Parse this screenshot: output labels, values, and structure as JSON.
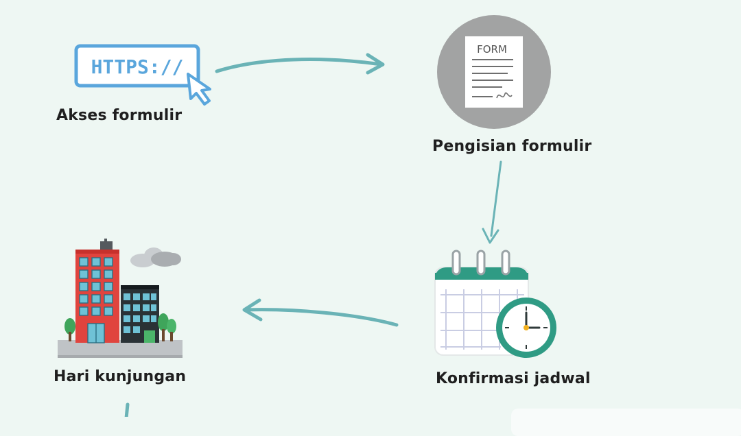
{
  "steps": [
    {
      "label": "Akses formulir",
      "icon": "https-url-icon",
      "url_text": "HTTPS://"
    },
    {
      "label": "Pengisian formulir",
      "icon": "form-document-icon",
      "form_title": "FORM"
    },
    {
      "label": "Konfirmasi jadwal",
      "icon": "calendar-clock-icon"
    },
    {
      "label": "Hari kunjungan",
      "icon": "office-building-icon"
    }
  ],
  "colors": {
    "background": "#eef7f3",
    "arrow": "#6ab3b6",
    "url_frame": "#5aa6dc",
    "form_circle": "#a2a3a3",
    "calendar_header": "#2f9b84",
    "building_red": "#e0443e",
    "building_glass": "#6fc2d6"
  }
}
